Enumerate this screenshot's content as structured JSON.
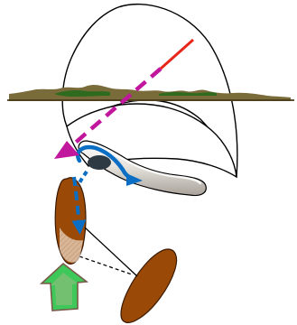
{
  "diagram": {
    "colors": {
      "outline": "#000000",
      "terrain_fill": "#7a6b3a",
      "terrain_green": "#2e6b1e",
      "horizon_line": "#4a3b1a",
      "shaft_fill": "#e8e4df",
      "shaft_gloss": "#ffffff",
      "shaft_shadow": "#a8a29a",
      "cavity": "#2d3a44",
      "curved_arrow": "#0a6fc4",
      "segment_fill": "#9a4a06",
      "segment_stroke": "#3a1a02",
      "dashed_arrow": "#0a6fc4",
      "link_dashed": "#000000",
      "sight_line_solid": "#e8261a",
      "sight_line_dashed": "#c0179d",
      "force_arrow_fill": "#3ec85a",
      "force_arrow_edge": "#7a5a4a",
      "force_arrow_hatch": "#d6b49a"
    },
    "elements": [
      "large-outline-shape",
      "lower-outline-shape",
      "horizon-terrain",
      "shaft",
      "cavity",
      "curved-arrow",
      "upper-segment",
      "lower-segment",
      "dashed-vertical-arrow",
      "connector-lines",
      "sight-line",
      "force-arrow"
    ]
  }
}
